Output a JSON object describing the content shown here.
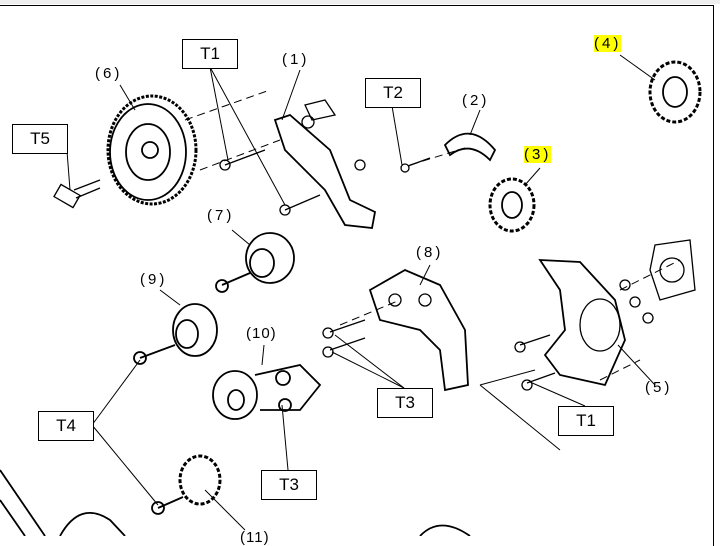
{
  "tool_labels": {
    "t1_top": "T1",
    "t2": "T2",
    "t5": "T5",
    "t4": "T4",
    "t3_mid": "T3",
    "t3_bottom": "T3",
    "t1_bottom": "T1"
  },
  "part_numbers": {
    "p1": "(1)",
    "p2": "(2)",
    "p3": "(3)",
    "p4": "(4)",
    "p5": "(5)",
    "p6": "(6)",
    "p7": "(7)",
    "p8": "(8)",
    "p9": "(9)",
    "p10": "(10)",
    "p11": "(11)"
  },
  "colors": {
    "highlight": "#ffff00",
    "line": "#000000"
  }
}
